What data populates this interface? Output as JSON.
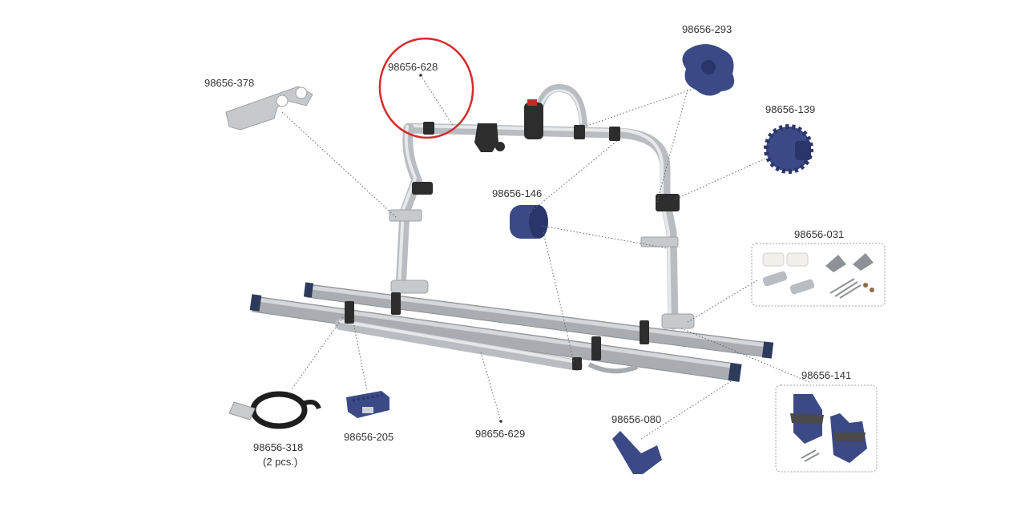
{
  "parts": [
    {
      "id": "part-628",
      "code": "98656-628",
      "highlighted": true
    },
    {
      "id": "part-293",
      "code": "98656-293"
    },
    {
      "id": "part-378",
      "code": "98656-378"
    },
    {
      "id": "part-139",
      "code": "98656-139"
    },
    {
      "id": "part-146",
      "code": "98656-146"
    },
    {
      "id": "part-031",
      "code": "98656-031"
    },
    {
      "id": "part-141",
      "code": "98656-141"
    },
    {
      "id": "part-080",
      "code": "98656-080"
    },
    {
      "id": "part-629",
      "code": "98656-629"
    },
    {
      "id": "part-205",
      "code": "98656-205"
    },
    {
      "id": "part-318",
      "code": "98656-318",
      "note": "(2 pcs.)"
    }
  ],
  "colors": {
    "highlight_ring": "#d42b2b",
    "part_blue": "#3b4a86",
    "aluminium": "#b9bdc1",
    "label_text": "#333333"
  }
}
